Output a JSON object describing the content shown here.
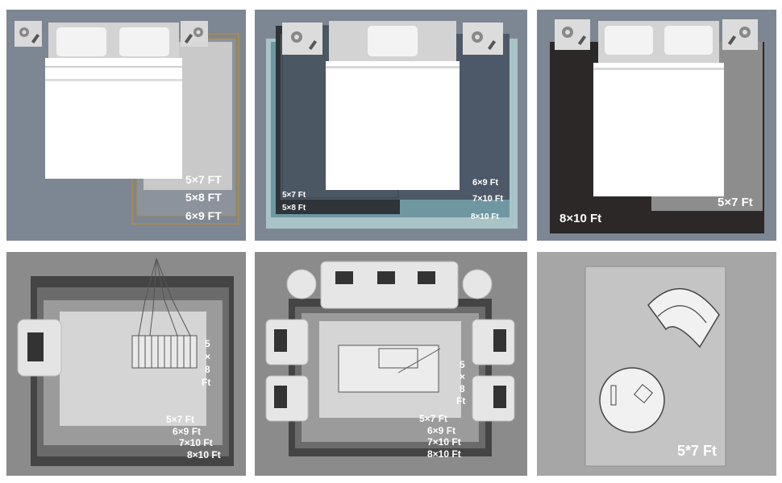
{
  "panels": {
    "bed_a": {
      "labels": [
        "5×7 FT",
        "5×8 FT",
        "6×9 FT"
      ]
    },
    "bed_b": {
      "labels": [
        "6×9 Ft",
        "7×10 Ft",
        "8×10 Ft",
        "5×7 Ft",
        "5×8 Ft"
      ]
    },
    "bed_c": {
      "labels": [
        "5×7 Ft",
        "8×10 Ft"
      ]
    },
    "nursery": {
      "labels": [
        "5",
        "×",
        "8",
        "Ft",
        "5×7 Ft",
        "6×9 Ft",
        "7×10 Ft",
        "8×10 Ft"
      ]
    },
    "living": {
      "labels": [
        "5",
        "×",
        "8",
        "Ft",
        "5×7 Ft",
        "6×9 Ft",
        "7×10 Ft",
        "8×10 Ft"
      ]
    },
    "lounge": {
      "labels": [
        "5*7 Ft"
      ]
    }
  },
  "colors": {
    "background": "#ffffff",
    "slate": "#7b8692",
    "bed_white": "#ffffff",
    "label": "#ffffff",
    "gold_outline": "#b58c3a",
    "teal_rug": "#8fb4b8",
    "dark_rug": "#2c2828",
    "gray_panel": "#a6a6a6"
  }
}
